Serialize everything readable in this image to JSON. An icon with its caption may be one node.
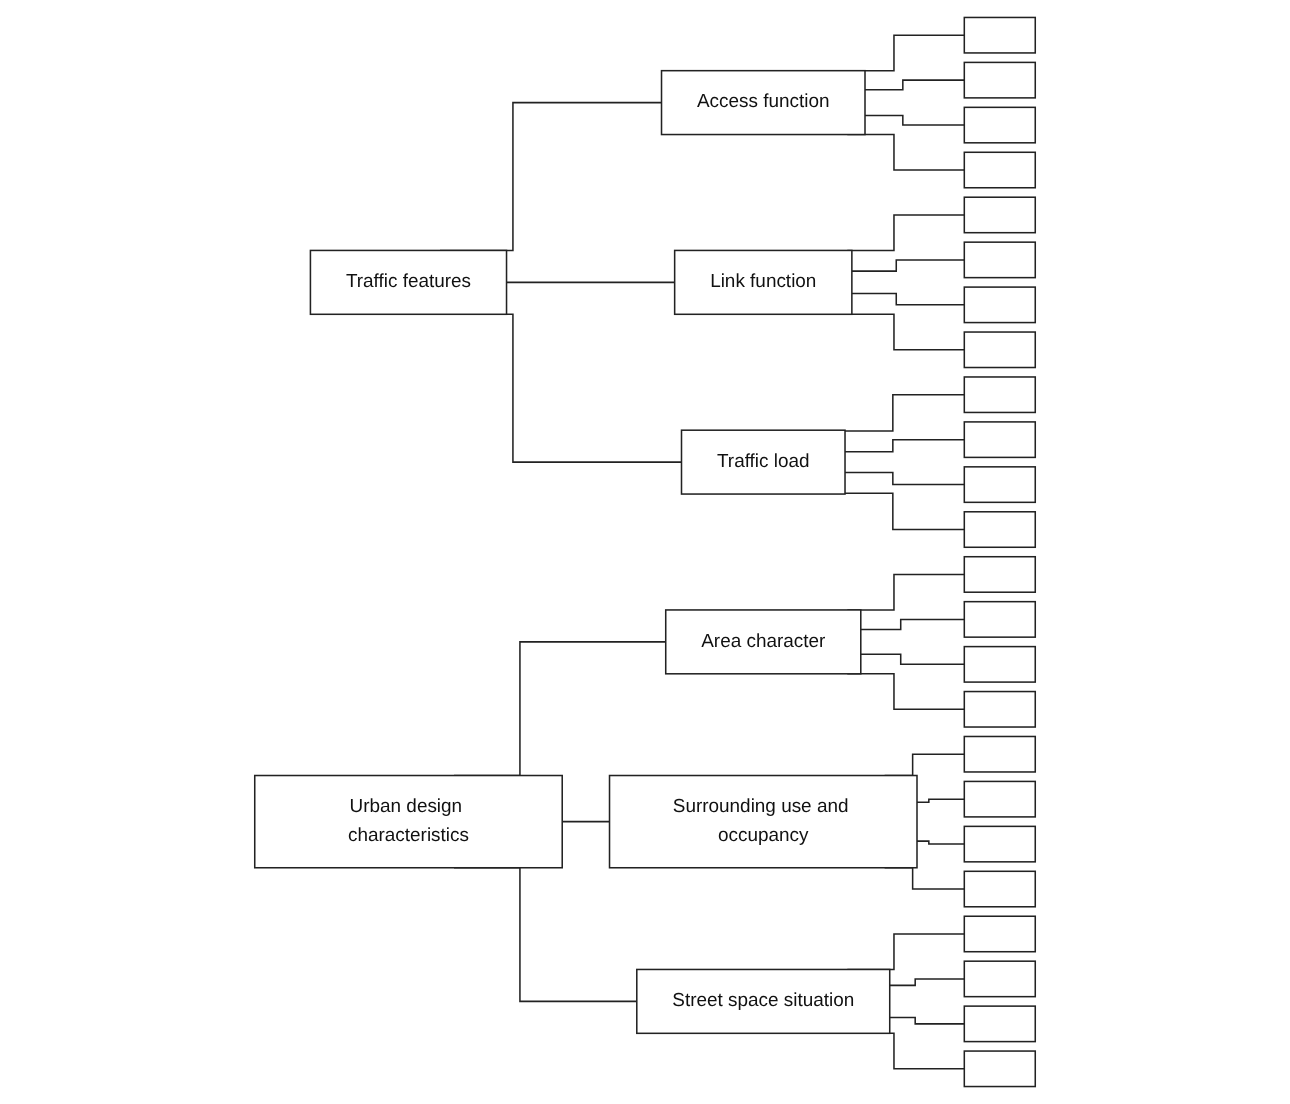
{
  "diagram": {
    "nodes": [
      {
        "text": [
          "Traffic features"
        ]
      },
      {
        "text": [
          "Access function"
        ]
      },
      {
        "text": [
          "Link function"
        ]
      },
      {
        "text": [
          "Traffic load"
        ]
      },
      {
        "text": [
          "Urban design characteristics"
        ]
      },
      {
        "text": [
          "Area character"
        ]
      },
      {
        "text": [
          "Surrounding use and occupancy"
        ]
      },
      {
        "text": [
          "Street space situation"
        ]
      },
      {
        "text": [],
        "shape": "box"
      },
      {
        "text": [],
        "shape": "box"
      },
      {
        "text": [],
        "shape": "box"
      },
      {
        "text": [],
        "shape": "box"
      },
      {
        "text": [],
        "shape": "box"
      },
      {
        "text": [],
        "shape": "box"
      },
      {
        "text": [],
        "shape": "box"
      },
      {
        "text": [],
        "shape": "box"
      },
      {
        "text": [],
        "shape": "box"
      },
      {
        "text": [],
        "shape": "box"
      },
      {
        "text": [],
        "shape": "box"
      },
      {
        "text": [],
        "shape": "box"
      },
      {
        "text": [],
        "shape": "box"
      },
      {
        "text": [],
        "shape": "box"
      },
      {
        "text": [],
        "shape": "box"
      },
      {
        "text": [],
        "shape": "box"
      },
      {
        "text": [],
        "shape": "box"
      },
      {
        "text": [],
        "shape": "box"
      },
      {
        "text": [],
        "shape": "box"
      },
      {
        "text": [],
        "shape": "box"
      },
      {
        "text": [],
        "shape": "box"
      },
      {
        "text": [],
        "shape": "box"
      },
      {
        "text": [],
        "shape": "box"
      },
      {
        "text": [],
        "shape": "box"
      }
    ],
    "edges": [
      {
        "from": 0,
        "to": 1,
        "arrow": "none"
      },
      {
        "from": 0,
        "to": 2,
        "arrow": "none"
      },
      {
        "from": 0,
        "to": 3,
        "arrow": "none"
      },
      {
        "from": 4,
        "to": 5,
        "arrow": "none"
      },
      {
        "from": 4,
        "to": 6,
        "arrow": "none"
      },
      {
        "from": 4,
        "to": 7,
        "arrow": "none"
      },
      {
        "from": 1,
        "to": 8,
        "arrow": "none"
      },
      {
        "from": 1,
        "to": 9,
        "arrow": "none"
      },
      {
        "from": 1,
        "to": 10,
        "arrow": "none"
      },
      {
        "from": 1,
        "to": 11,
        "arrow": "none"
      },
      {
        "from": 2,
        "to": 12,
        "arrow": "none"
      },
      {
        "from": 2,
        "to": 13,
        "arrow": "none"
      },
      {
        "from": 2,
        "to": 14,
        "arrow": "none"
      },
      {
        "from": 2,
        "to": 15,
        "arrow": "none"
      },
      {
        "from": 3,
        "to": 16,
        "arrow": "none"
      },
      {
        "from": 3,
        "to": 17,
        "arrow": "none"
      },
      {
        "from": 3,
        "to": 18,
        "arrow": "none"
      },
      {
        "from": 3,
        "to": 19,
        "arrow": "none"
      },
      {
        "from": 5,
        "to": 20,
        "arrow": "none"
      },
      {
        "from": 5,
        "to": 21,
        "arrow": "none"
      },
      {
        "from": 5,
        "to": 22,
        "arrow": "none"
      },
      {
        "from": 5,
        "to": 23,
        "arrow": "none"
      },
      {
        "from": 6,
        "to": 24,
        "arrow": "none"
      },
      {
        "from": 6,
        "to": 25,
        "arrow": "none"
      },
      {
        "from": 6,
        "to": 26,
        "arrow": "none"
      },
      {
        "from": 6,
        "to": 27,
        "arrow": "none"
      },
      {
        "from": 7,
        "to": 28,
        "arrow": "none"
      },
      {
        "from": 7,
        "to": 29,
        "arrow": "none"
      },
      {
        "from": 7,
        "to": 30,
        "arrow": "none"
      },
      {
        "from": 7,
        "to": 31,
        "arrow": "none"
      }
    ]
  }
}
